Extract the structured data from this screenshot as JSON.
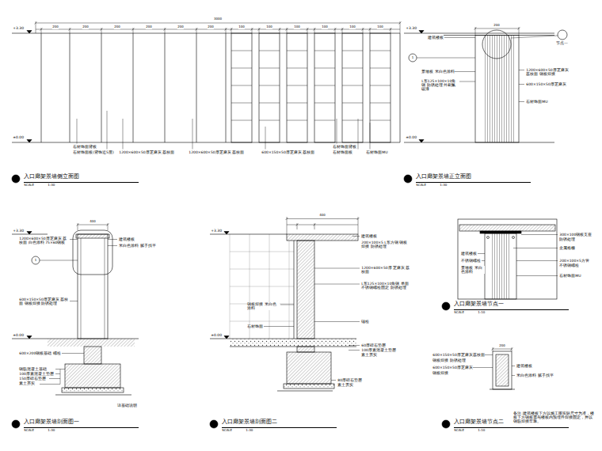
{
  "diagram": {
    "labels": [
      "3000",
      "200",
      "200",
      "200",
      "200",
      "200",
      "200",
      "100",
      "100",
      "100",
      "100",
      "100",
      "100",
      "+3.30",
      "±0.00",
      "石材饰面背板",
      "石材饰面板(背饰近5厘)",
      "1200×600×50厚芝麻灰 荔枝面",
      "1200×600×50厚芝麻灰 荔枝面",
      "600×150×50厚芝麻灰 荔枝面",
      "石材饰面背板",
      "石材饰面板",
      "石材饰面MU",
      "入口廊架景墙侧立面图",
      "SCALE",
      "1:30",
      "+3.30",
      "±0.00",
      "建筑楼板",
      "1",
      "景墙板 米白色涂料",
      "L形125×100×10角钢 防锈处理 外刷氟碳漆",
      "1200×600×50厚芝麻灰 荔枝面 钢板焊接",
      "600×150×50厚芝麻灰",
      "石材饰面MU",
      "节点一",
      "入口廊架景墙正立面图",
      "SCALE",
      "1:30",
      "200",
      "+3.30",
      "±0.00",
      "400",
      "1200×600×50厚芝麻灰 荔枝面 白色涂料 75×60钢板",
      "1",
      "600×150×50厚芝麻灰 荔枝面 钢板焊接 防锈处理",
      "600×200钢板基础 螺栓",
      "钢筋混凝土基础",
      "100厚素混凝土垫层",
      "150厚碎石垫层",
      "素土夯实",
      "建筑楼板",
      "米白色涂料 腻子找平",
      "详基础说明",
      "入口廊架景墙剖面图一",
      "SCALE",
      "1:30",
      "+3.30",
      "±0.00",
      "400",
      "建筑楼板",
      "200×100×5 L形方钢 钢板焊接 防锈处理",
      "1200×600×50厚 芝麻灰 荔枝面",
      "L形125×100×10角钢 单面不锈钢螺栓固定 防锈处理",
      "锚栓",
      "钢板焊接 米白色涂料",
      "石材饰面",
      "60厚碎石垫层",
      "100厚素混凝土垫层",
      "素土夯实",
      "80厚碎石垫层",
      "素土夯实",
      "入口廊架景墙剖面图二",
      "SCALE",
      "1:30",
      "300×100钢板支座",
      "防锈处理",
      "金属格栅",
      "200×100×5方管",
      "不锈钢螺栓",
      "石材饰面MU",
      "建筑楼板",
      "不锈钢螺栓",
      "景墙板 米白色涂料",
      "入口廊架景墙节点一",
      "SCALE",
      "1:10",
      "200",
      "600×150×50厚芝麻灰荔枝面",
      "钢板焊接 防锈处理",
      "600×150×50厚芝麻灰",
      "钢板焊接",
      "建筑楼板",
      "米白色涂料 腻子找平",
      "入口廊架景墙节点二",
      "SCALE",
      "1:10",
      "备注:建筑楼板下方以施工图实际尺寸为准，楼板下方钢板需与楼板内预埋件焊接固定，并以钢筋焊接牢靠。"
    ]
  }
}
